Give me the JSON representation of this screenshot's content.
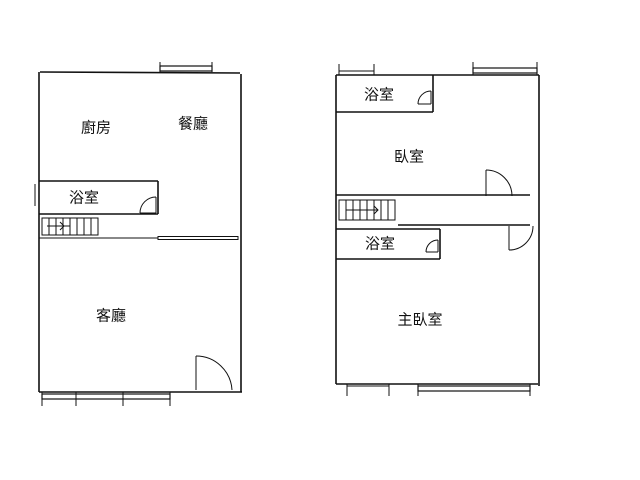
{
  "floor1": {
    "kitchen": "廚房",
    "dining": "餐廳",
    "bathroom": "浴室",
    "living": "客廳"
  },
  "floor2": {
    "bathroom_top": "浴室",
    "bedroom": "臥室",
    "bathroom_mid": "浴室",
    "master_bedroom": "主臥室"
  }
}
